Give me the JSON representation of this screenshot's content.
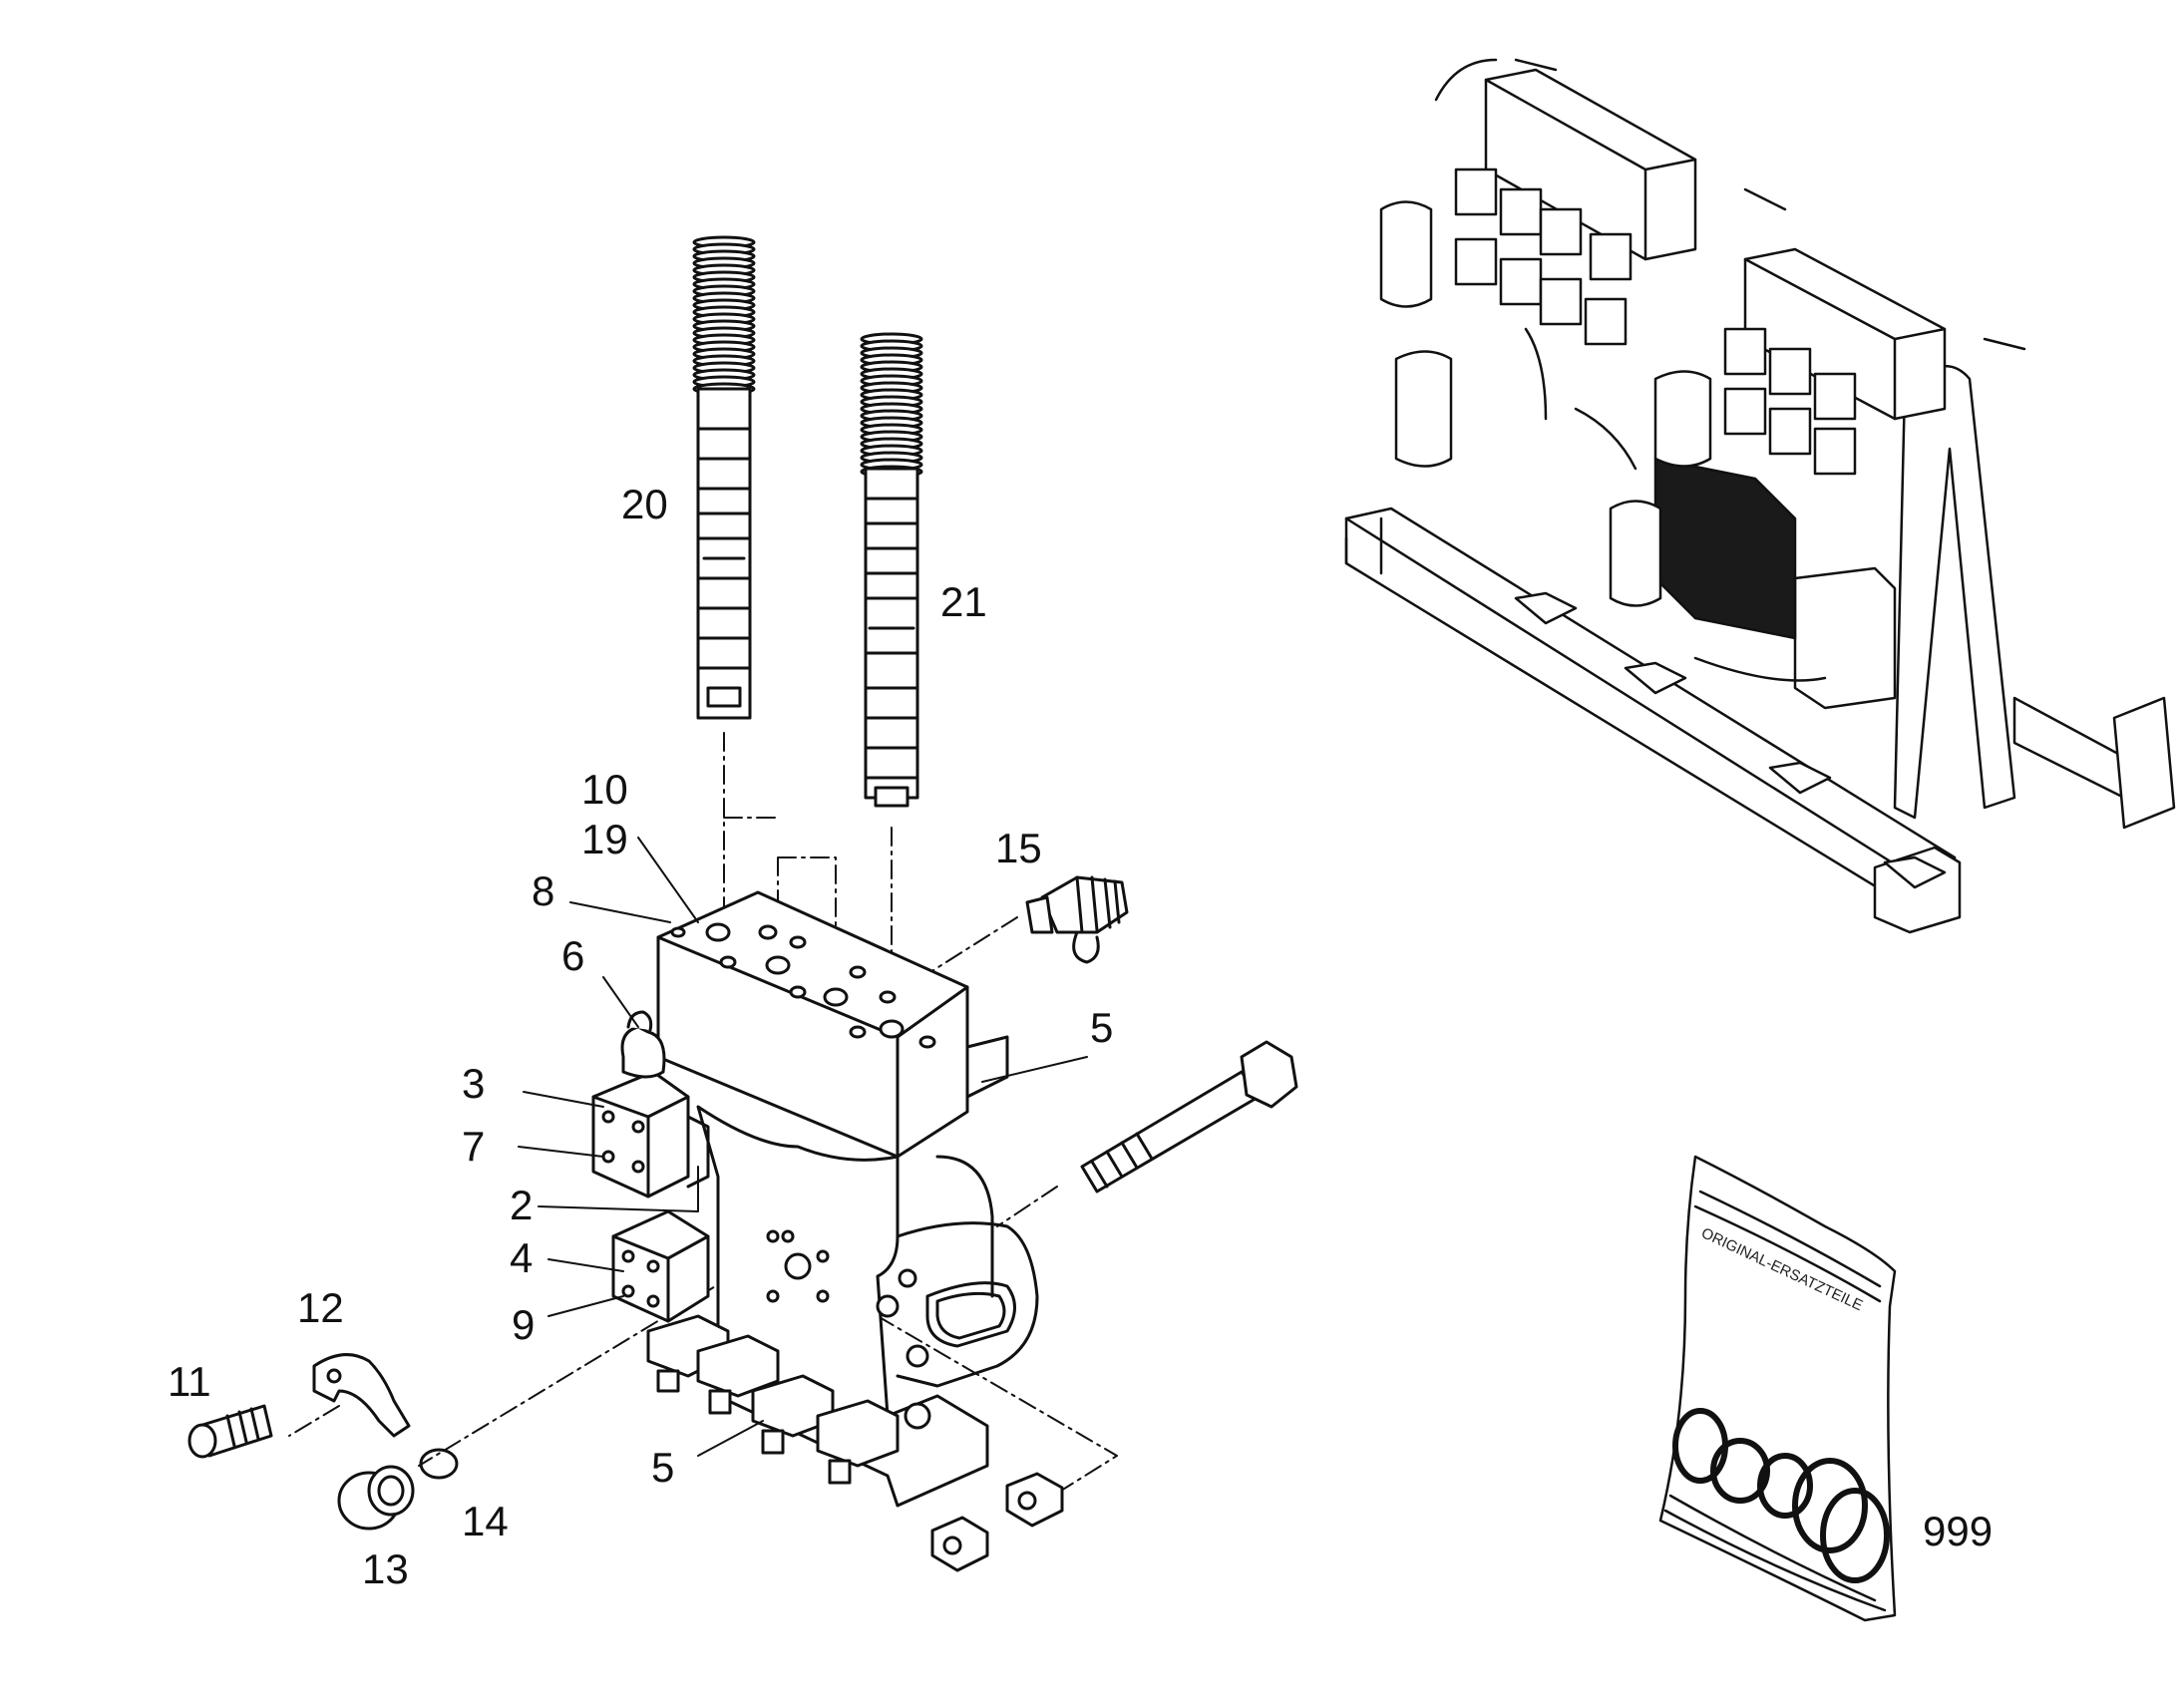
{
  "colors": {
    "ink": "#111111",
    "paper": "#ffffff",
    "shade": "#1a1a1a"
  },
  "callouts": {
    "c20": "20",
    "c21": "21",
    "c10": "10",
    "c19": "19",
    "c15": "15",
    "c8": "8",
    "c6": "6",
    "c5a": "5",
    "c3": "3",
    "c7": "7",
    "c2": "2",
    "c4": "4",
    "c9": "9",
    "c12": "12",
    "c11": "11",
    "c5b": "5",
    "c14": "14",
    "c13": "13",
    "c999": "999"
  },
  "bag_label": "ORIGINAL-ERSATZTEILE"
}
